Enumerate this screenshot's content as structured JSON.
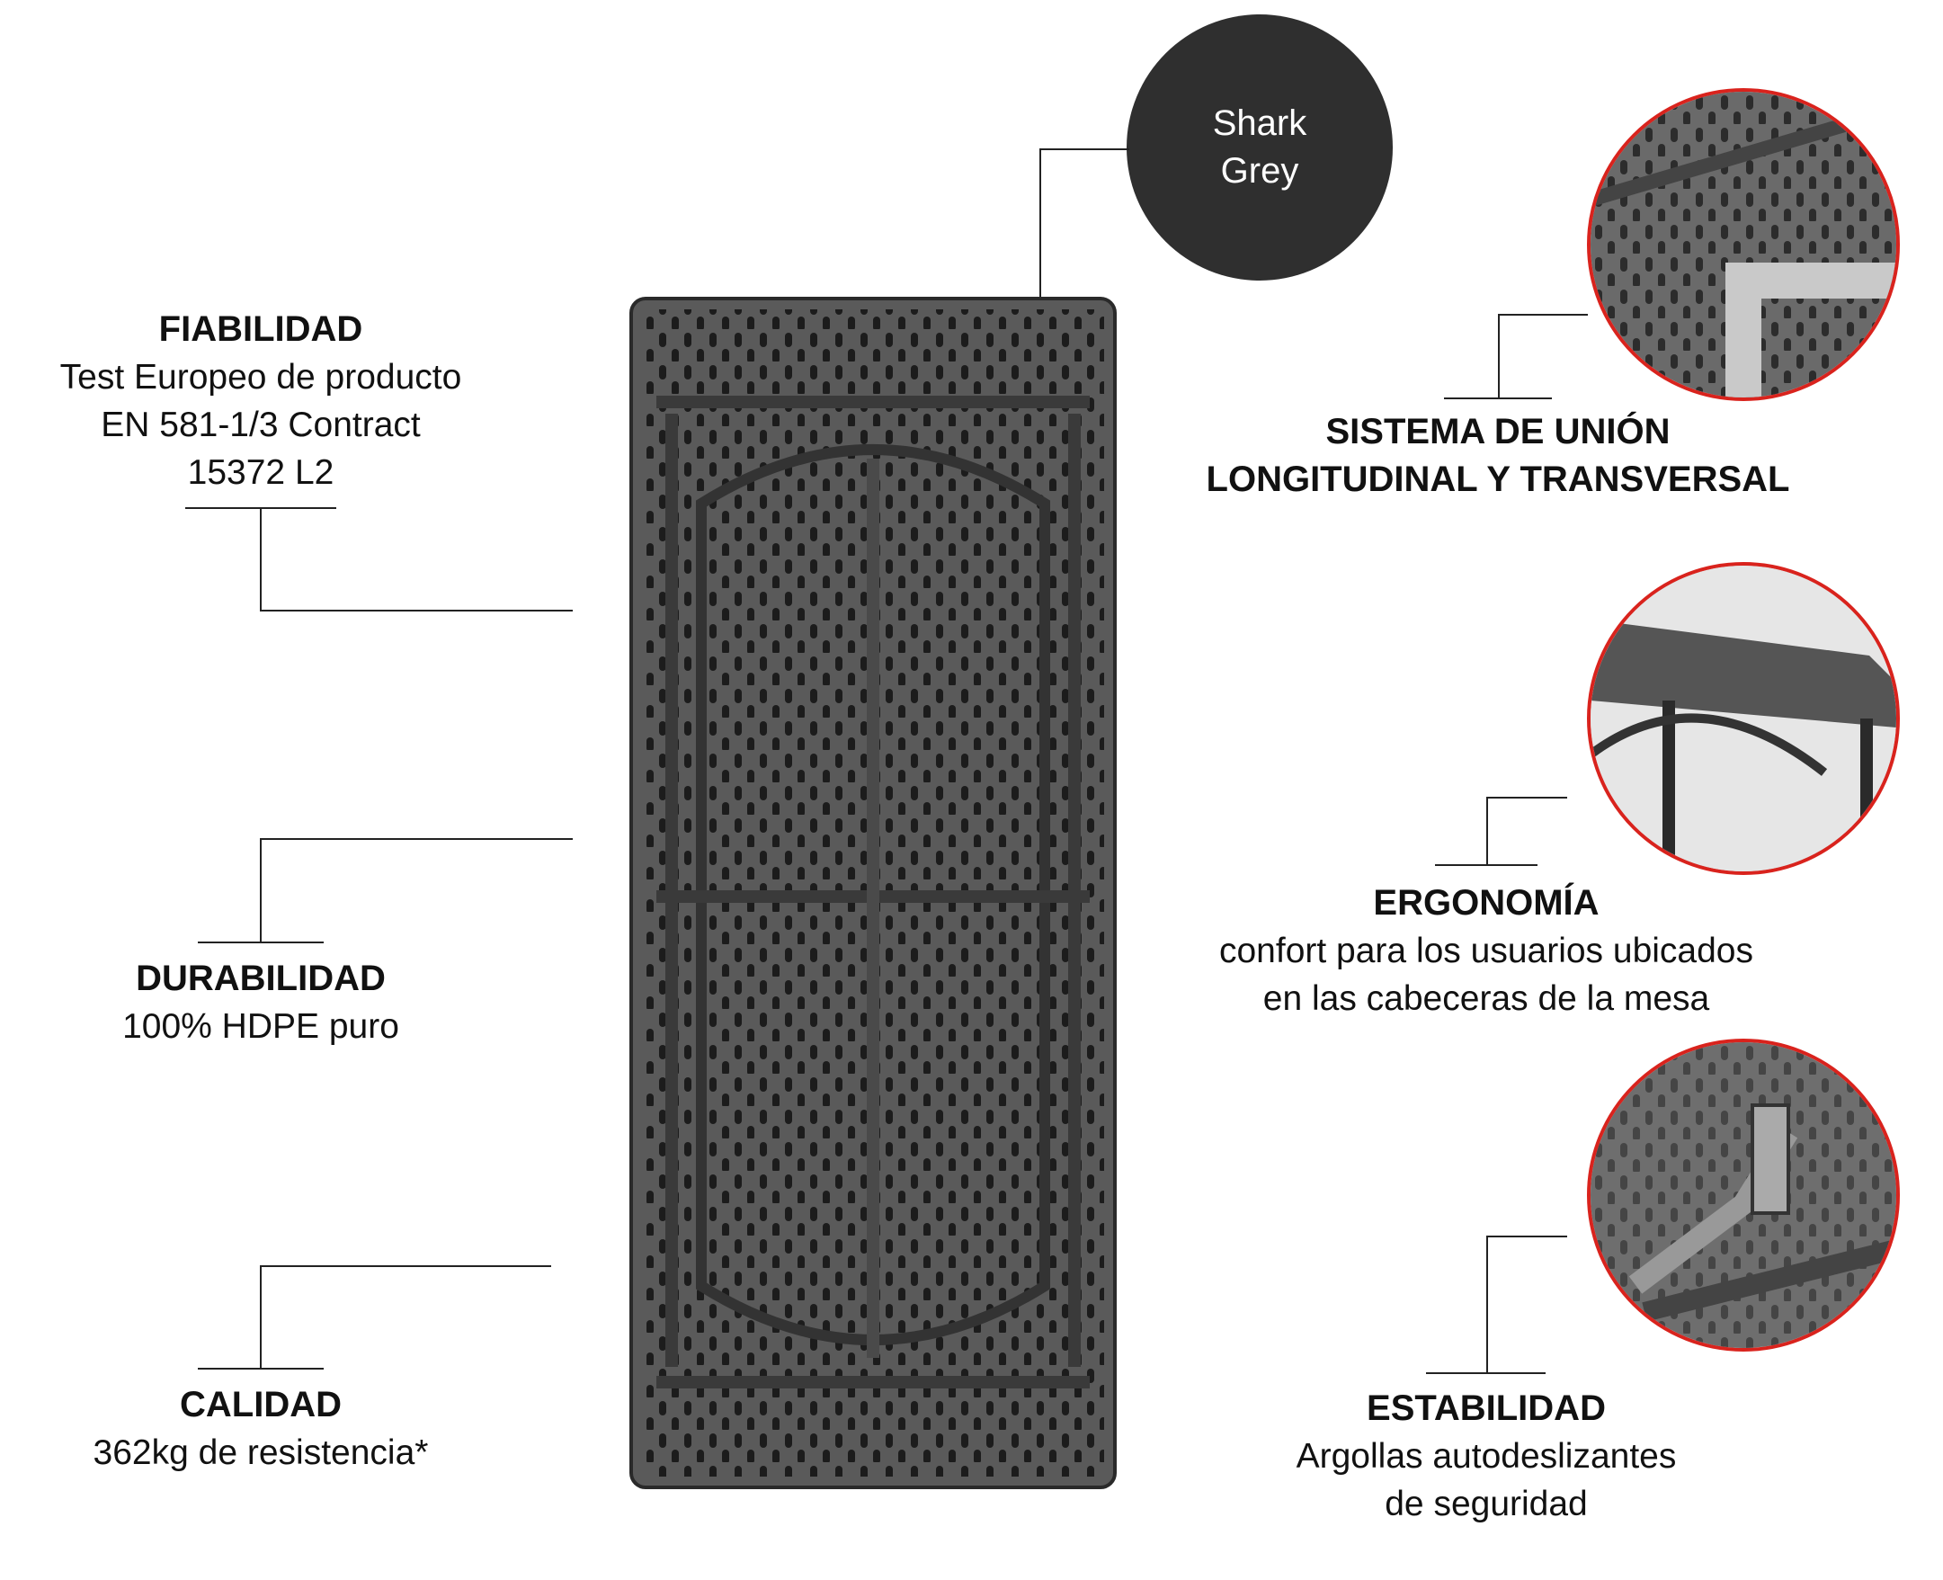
{
  "color_swatch": {
    "line1": "Shark",
    "line2": "Grey",
    "color": "#2f2f2f"
  },
  "features_left": [
    {
      "title": "FIABILIDAD",
      "lines": [
        "Test Europeo de producto",
        "EN 581-1/3 Contract",
        "15372 L2"
      ]
    },
    {
      "title": "DURABILIDAD",
      "lines": [
        "100% HDPE puro"
      ]
    },
    {
      "title": "CALIDAD",
      "lines": [
        "362kg de resistencia*"
      ]
    }
  ],
  "features_right": [
    {
      "title_lines": [
        "SISTEMA DE UNIÓN",
        "LONGITUDINAL Y TRANSVERSAL"
      ]
    },
    {
      "title": "ERGONOMÍA",
      "lines": [
        "confort para los usuarios ubicados",
        "en las cabeceras de la mesa"
      ]
    },
    {
      "title": "ESTABILIDAD",
      "lines": [
        "Argollas autodeslizantes",
        "de seguridad"
      ]
    }
  ],
  "accent_color": "#d9231d"
}
